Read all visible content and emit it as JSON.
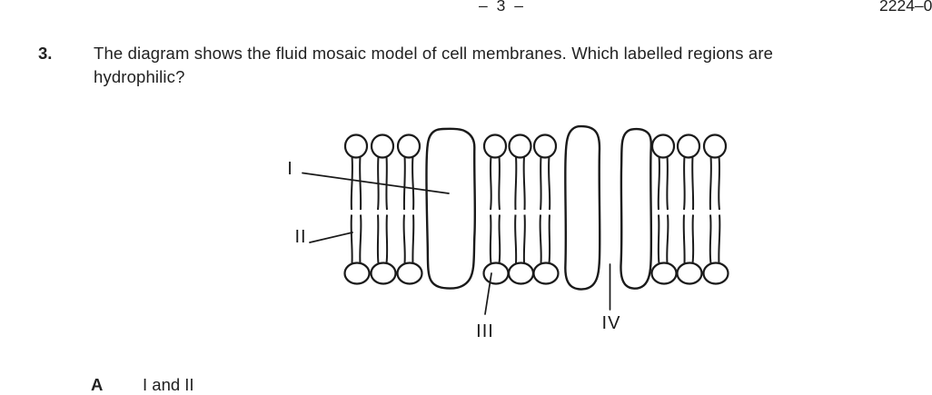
{
  "header": {
    "page_number": "– 3 –",
    "paper_code": "2224–0"
  },
  "question": {
    "number": "3.",
    "lines": [
      "The diagram shows the fluid mosaic model of cell membranes. Which labelled regions are",
      "hydrophilic?"
    ]
  },
  "diagram": {
    "description": "fluid mosaic model of cell membrane: phospholipid bilayer with embedded proteins",
    "labels": {
      "I": "I",
      "II": "II",
      "III": "III",
      "IV": "IV"
    }
  },
  "options": [
    {
      "letter": "A",
      "text": "I and II"
    }
  ],
  "colors": {
    "ink": "#1a1a1a",
    "background": "#ffffff"
  }
}
